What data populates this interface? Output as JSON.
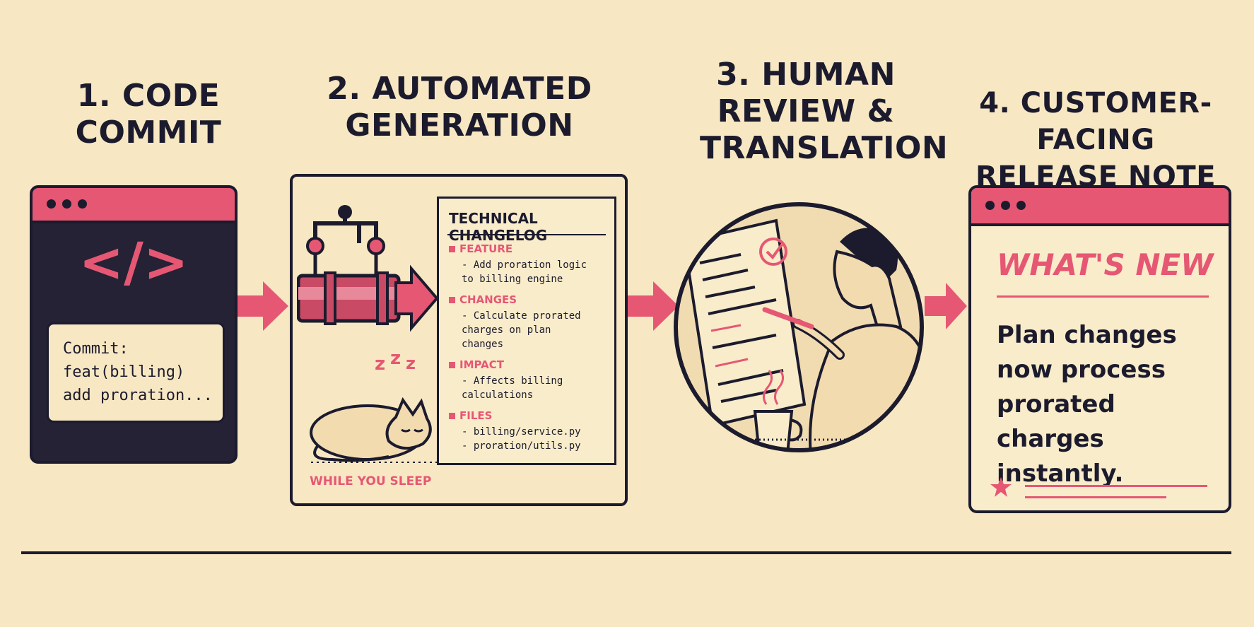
{
  "steps": [
    {
      "title_lines": [
        "1. CODE",
        "COMMIT"
      ]
    },
    {
      "title_lines": [
        "2. AUTOMATED",
        "GENERATION"
      ]
    },
    {
      "title_lines": [
        "3. HUMAN",
        "REVIEW &",
        "TRANSLATION"
      ]
    },
    {
      "title_lines": [
        "4. CUSTOMER-FACING",
        "RELEASE NOTE"
      ]
    }
  ],
  "commit": {
    "code_glyph": "</>",
    "lines": [
      "Commit:",
      "feat(billing)",
      "add proration..."
    ]
  },
  "changelog": {
    "title": "TECHNICAL CHANGELOG",
    "sections": [
      {
        "label": "FEATURE",
        "lines": [
          "- Add proration logic",
          "to billing engine"
        ]
      },
      {
        "label": "CHANGES",
        "lines": [
          "- Calculate prorated",
          "charges on plan",
          "changes"
        ]
      },
      {
        "label": "IMPACT",
        "lines": [
          "- Affects billing",
          "calculations"
        ]
      },
      {
        "label": "FILES",
        "lines": [
          "- billing/service.py",
          "- proration/utils.py"
        ]
      }
    ]
  },
  "automation": {
    "sleep_label": "WHILE YOU SLEEP",
    "zzz": "z z z"
  },
  "release_note": {
    "heading": "WHAT'S NEW",
    "body_lines": [
      "Plan changes",
      "now process",
      "prorated charges",
      "instantly."
    ]
  },
  "colors": {
    "accent": "#e65774",
    "ink": "#1c1b2e",
    "paper": "#f7e8c3"
  },
  "icons": [
    "code-icon",
    "pipeline-icon",
    "sleeping-cat-icon",
    "review-document-icon",
    "person-writing-icon",
    "coffee-mug-icon",
    "star-icon"
  ]
}
